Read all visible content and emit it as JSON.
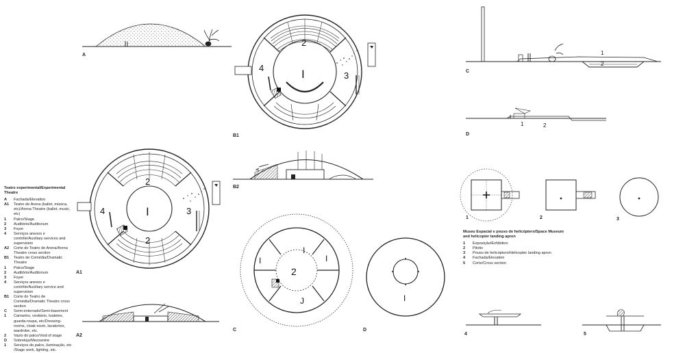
{
  "drawing_labels": {
    "A": "A",
    "A1": "A1",
    "A2": "A2",
    "B1": "B1",
    "B2": "B2",
    "C_left": "C",
    "D_left": "D",
    "C_right": "C",
    "D_right": "D",
    "m1": "1",
    "m2": "2",
    "m3": "3",
    "m4": "4",
    "m5": "5"
  },
  "room_numbers": {
    "b1_1": "I",
    "b1_2": "2",
    "b1_3": "3",
    "b1_4": "4",
    "a1_1": "I",
    "a1_2a": "2",
    "a1_2b": "2",
    "a1_3": "3",
    "a1_4": "4",
    "c_1a": "I",
    "c_1b": "I",
    "c_1c": "I",
    "c_2": "2",
    "c_1d": "J",
    "d_1": "I",
    "sec_c_1": "1",
    "sec_c_2": "2",
    "sec_d_1": "1",
    "sec_d_2": "2"
  },
  "legend_theatre": {
    "title": "Teatro experimental/Experimental Theatre",
    "items": [
      {
        "k": "A",
        "v": "Fachada/Elevation"
      },
      {
        "k": "A1",
        "v": "Teatro de Arena (ballet, música, etc)/Arena Theatre (ballet, music, etc)"
      },
      {
        "k": "1",
        "v": "Palco/Stage"
      },
      {
        "k": "2",
        "v": "Auditório/Auditorium"
      },
      {
        "k": "3",
        "v": "Foyer"
      },
      {
        "k": "4",
        "v": "Serviços anexos e contrôle/Auxiliary services and supervision"
      },
      {
        "k": "A2",
        "v": "Corte do Teatro de Arena/Arena Theatre cross section"
      },
      {
        "k": "B1",
        "v": "Teatro de Comédia/Dramatic Theatre"
      },
      {
        "k": "1",
        "v": "Palco/Stage"
      },
      {
        "k": "2",
        "v": "Auditório/Auditorium"
      },
      {
        "k": "3",
        "v": "Foyer"
      },
      {
        "k": "4",
        "v": "Serviços anexos e contrôle/Auxiliary service and supervision"
      },
      {
        "k": "B1",
        "v": "Corte do Teatro de Comédia/Dramatic Theatre cross section"
      },
      {
        "k": "C",
        "v": "Semi-enterrado/Semi-basement"
      },
      {
        "k": "1",
        "v": "Camarins, vestiário, toaletes, guarda-roupa, etc/Dressing-rooms, cloak-room, lavatories, wardrobe, etc."
      },
      {
        "k": "2",
        "v": "Vazio do palco/Void of stage"
      },
      {
        "k": "D",
        "v": "Sobreloja/Mezzanine"
      },
      {
        "k": "1",
        "v": "Serviços do palco, iluminação, etc /Stage work, lighting, etc."
      }
    ]
  },
  "legend_museum": {
    "title": "Museu Espacial e pouso de helicóptero/Space Museum and helicopter landing apron",
    "items": [
      {
        "k": "1",
        "v": "Exposição/Exhibition"
      },
      {
        "k": "2",
        "v": "Pilotis"
      },
      {
        "k": "3",
        "v": "Pouso de helicóptero/Helicopter landing apron"
      },
      {
        "k": "4",
        "v": "Fachada/Elevation"
      },
      {
        "k": "5",
        "v": "Corte/Cross section"
      }
    ]
  }
}
